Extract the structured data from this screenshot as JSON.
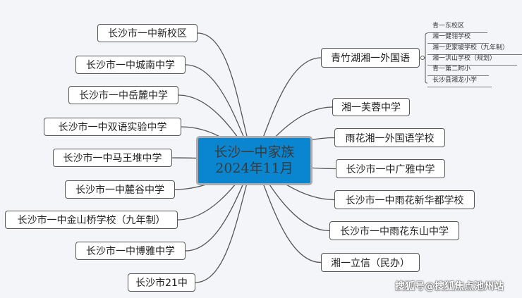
{
  "center": {
    "line1": "长沙一中家族",
    "line2": "2024年11月"
  },
  "left_nodes": [
    "长沙市一中新校区",
    "长沙市一中城南中学",
    "长沙市一中岳麓中学",
    "长沙市一中双语实验中学",
    "长沙市一中马王堆中学",
    "长沙市一中麓谷中学",
    "长沙市一中金山桥学校（九年制）",
    "长沙市一中博雅中学",
    "长沙市21中"
  ],
  "right_nodes": [
    "青竹湖湘一外国语",
    "湘一芙蓉中学",
    "雨花湘一外国语学校",
    "长沙市一中广雅中学",
    "长沙市一中雨花新华都学校",
    "长沙市一中雨花东山中学",
    "湘一立信（民办）"
  ],
  "sub_nodes": [
    "青一东校区",
    "湘一健翎学校",
    "湘一史家坡学校（九年制）",
    "湘一洪山学校（规划）",
    "青一第二附小",
    "长沙县湘龙小学"
  ],
  "watermark": "搜狐号@搜狐焦点池州站"
}
